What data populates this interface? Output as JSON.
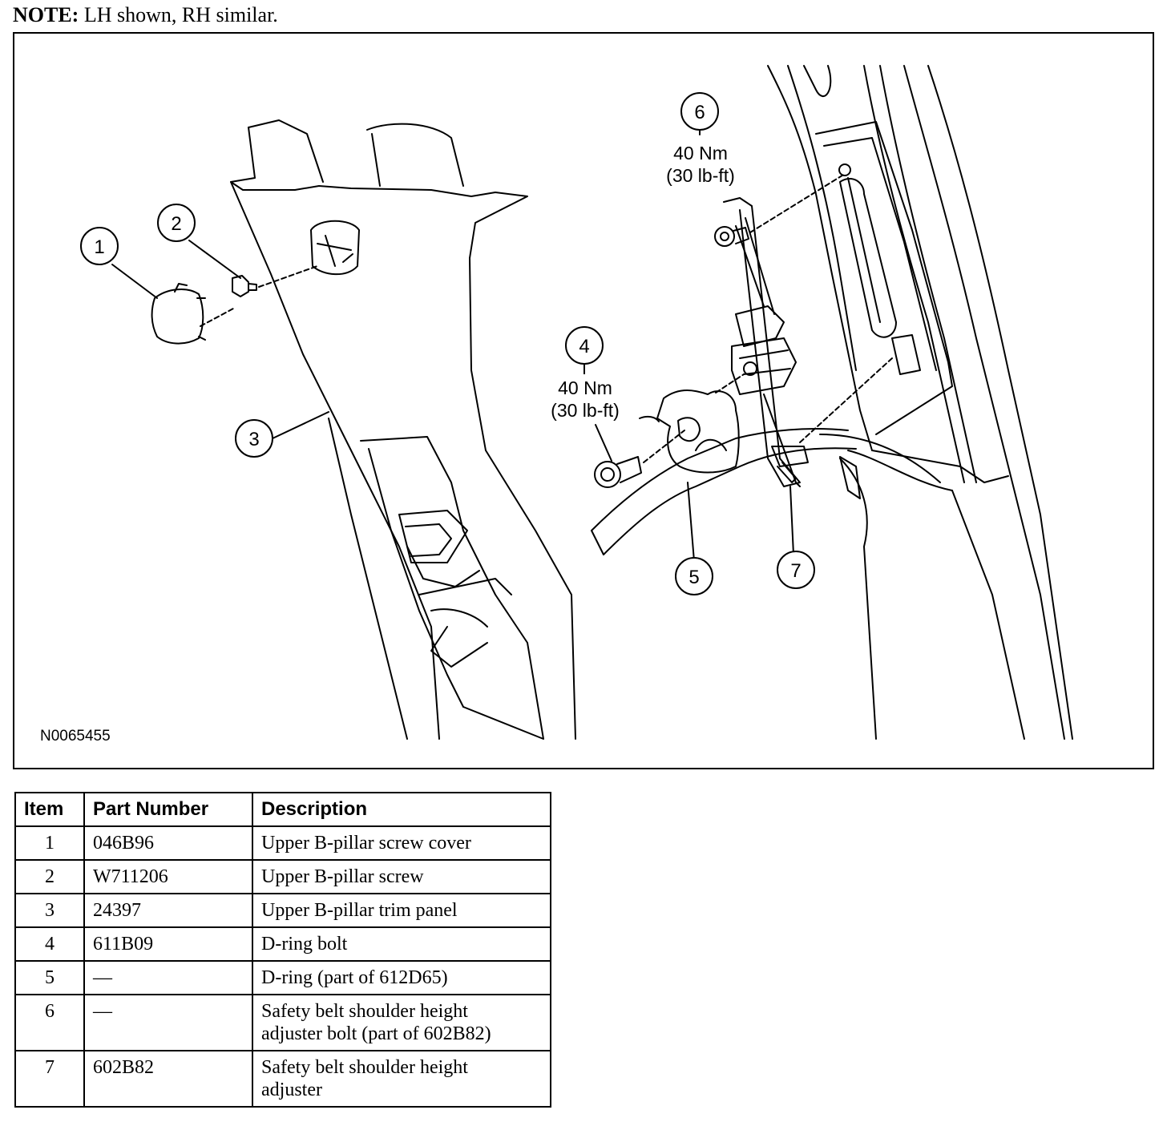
{
  "note": {
    "label": "NOTE:",
    "text": "LH shown, RH similar."
  },
  "figure": {
    "id": "N0065455",
    "callouts": [
      {
        "number": "1"
      },
      {
        "number": "2"
      },
      {
        "number": "3"
      },
      {
        "number": "4",
        "torque": "40 Nm",
        "torque_imperial": "(30 lb-ft)"
      },
      {
        "number": "5"
      },
      {
        "number": "6",
        "torque": "40 Nm",
        "torque_imperial": "(30 lb-ft)"
      },
      {
        "number": "7"
      }
    ]
  },
  "table": {
    "headers": [
      "Item",
      "Part Number",
      "Description"
    ],
    "rows": [
      {
        "item": "1",
        "part": "046B96",
        "desc": [
          "Upper B-pillar screw cover"
        ]
      },
      {
        "item": "2",
        "part": "W711206",
        "desc": [
          "Upper B-pillar screw"
        ]
      },
      {
        "item": "3",
        "part": "24397",
        "desc": [
          "Upper B-pillar trim panel"
        ]
      },
      {
        "item": "4",
        "part": "611B09",
        "desc": [
          "D-ring bolt"
        ]
      },
      {
        "item": "5",
        "part": "—",
        "desc": [
          "D-ring (part of 612D65)"
        ]
      },
      {
        "item": "6",
        "part": "—",
        "desc": [
          "Safety belt shoulder height",
          "adjuster bolt (part of 602B82)"
        ]
      },
      {
        "item": "7",
        "part": "602B82",
        "desc": [
          "Safety belt shoulder height",
          "adjuster"
        ]
      }
    ]
  }
}
